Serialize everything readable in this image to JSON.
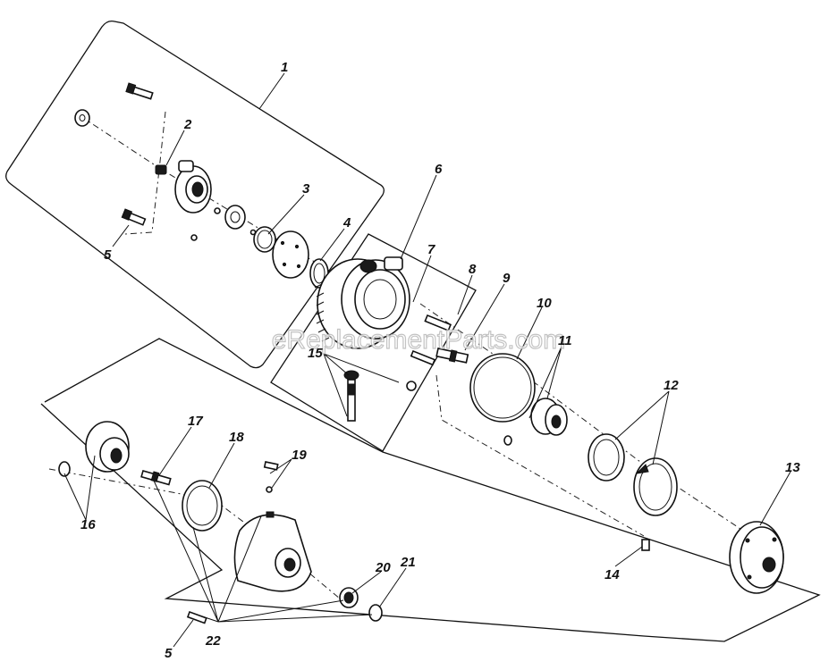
{
  "watermark": "eReplacementParts.com",
  "callouts": [
    {
      "id": "c1",
      "label": "1"
    },
    {
      "id": "c2",
      "label": "2"
    },
    {
      "id": "c3",
      "label": "3"
    },
    {
      "id": "c4",
      "label": "4"
    },
    {
      "id": "c5a",
      "label": "5"
    },
    {
      "id": "c5b",
      "label": "5"
    },
    {
      "id": "c6",
      "label": "6"
    },
    {
      "id": "c7",
      "label": "7"
    },
    {
      "id": "c8",
      "label": "8"
    },
    {
      "id": "c9",
      "label": "9"
    },
    {
      "id": "c10",
      "label": "10"
    },
    {
      "id": "c11",
      "label": "11"
    },
    {
      "id": "c12",
      "label": "12"
    },
    {
      "id": "c13",
      "label": "13"
    },
    {
      "id": "c14",
      "label": "14"
    },
    {
      "id": "c15",
      "label": "15"
    },
    {
      "id": "c16",
      "label": "16"
    },
    {
      "id": "c17",
      "label": "17"
    },
    {
      "id": "c18",
      "label": "18"
    },
    {
      "id": "c19",
      "label": "19"
    },
    {
      "id": "c20",
      "label": "20"
    },
    {
      "id": "c21",
      "label": "21"
    },
    {
      "id": "c22",
      "label": "22"
    }
  ]
}
